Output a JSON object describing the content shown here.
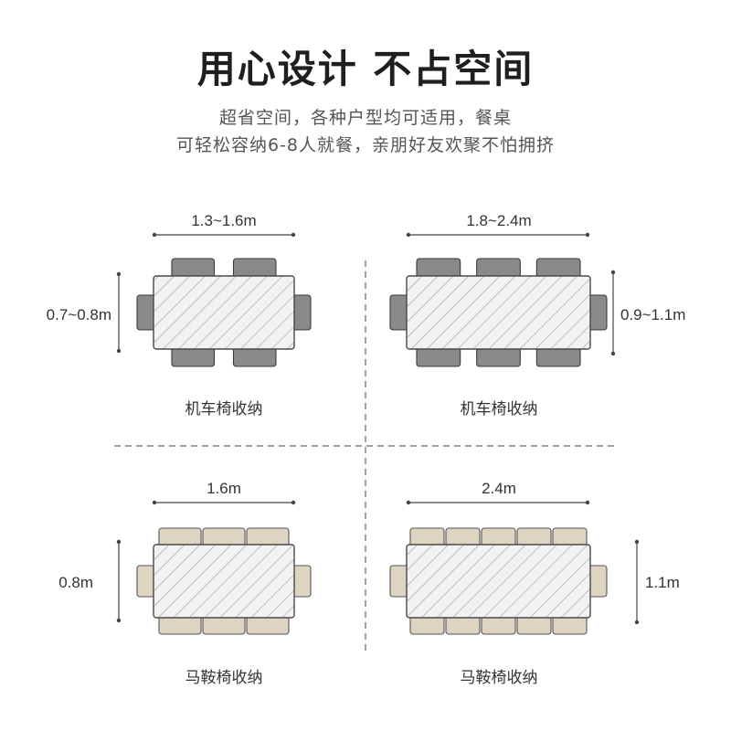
{
  "header": {
    "title": "用心设计  不占空间",
    "subtitle_line1": "超省空间，各种户型均可适用，餐桌",
    "subtitle_line2": "可轻松容纳6-8人就餐，亲朋好友欢聚不怕拥挤"
  },
  "colors": {
    "grey_chair": "#8a8a8a",
    "beige_chair": "#ddd5c2",
    "table_fill": "#f2f2f2",
    "table_stroke": "#444444",
    "hatch": "#9a9a9a",
    "divider": "#666666"
  },
  "panels": [
    {
      "width_label": "1.3~1.6m",
      "depth_label": "0.7~0.8m",
      "caption": "机车椅收纳",
      "chair_style": "grey",
      "chairs_per_side": 2
    },
    {
      "width_label": "1.8~2.4m",
      "depth_label": "0.9~1.1m",
      "caption": "机车椅收纳",
      "chair_style": "grey",
      "chairs_per_side": 3
    },
    {
      "width_label": "1.6m",
      "depth_label": "0.8m",
      "caption": "马鞍椅收纳",
      "chair_style": "beige",
      "chairs_per_side": 3
    },
    {
      "width_label": "2.4m",
      "depth_label": "1.1m",
      "caption": "马鞍椅收纳",
      "chair_style": "beige",
      "chairs_per_side": 5
    }
  ]
}
